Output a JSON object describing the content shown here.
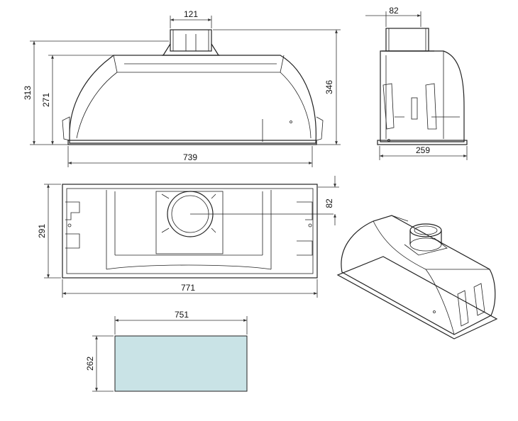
{
  "dimensions": {
    "spigot_width": "121",
    "total_height": "346",
    "height_313": "313",
    "height_271": "271",
    "front_width": "739",
    "side_spigot": "82",
    "side_depth": "259",
    "plan_depth": "291",
    "plan_offset": "82",
    "plan_width": "771",
    "cutout_width": "751",
    "cutout_depth": "262"
  },
  "colors": {
    "stroke": "#222222",
    "cutout_fill": "#c9e3e6"
  }
}
